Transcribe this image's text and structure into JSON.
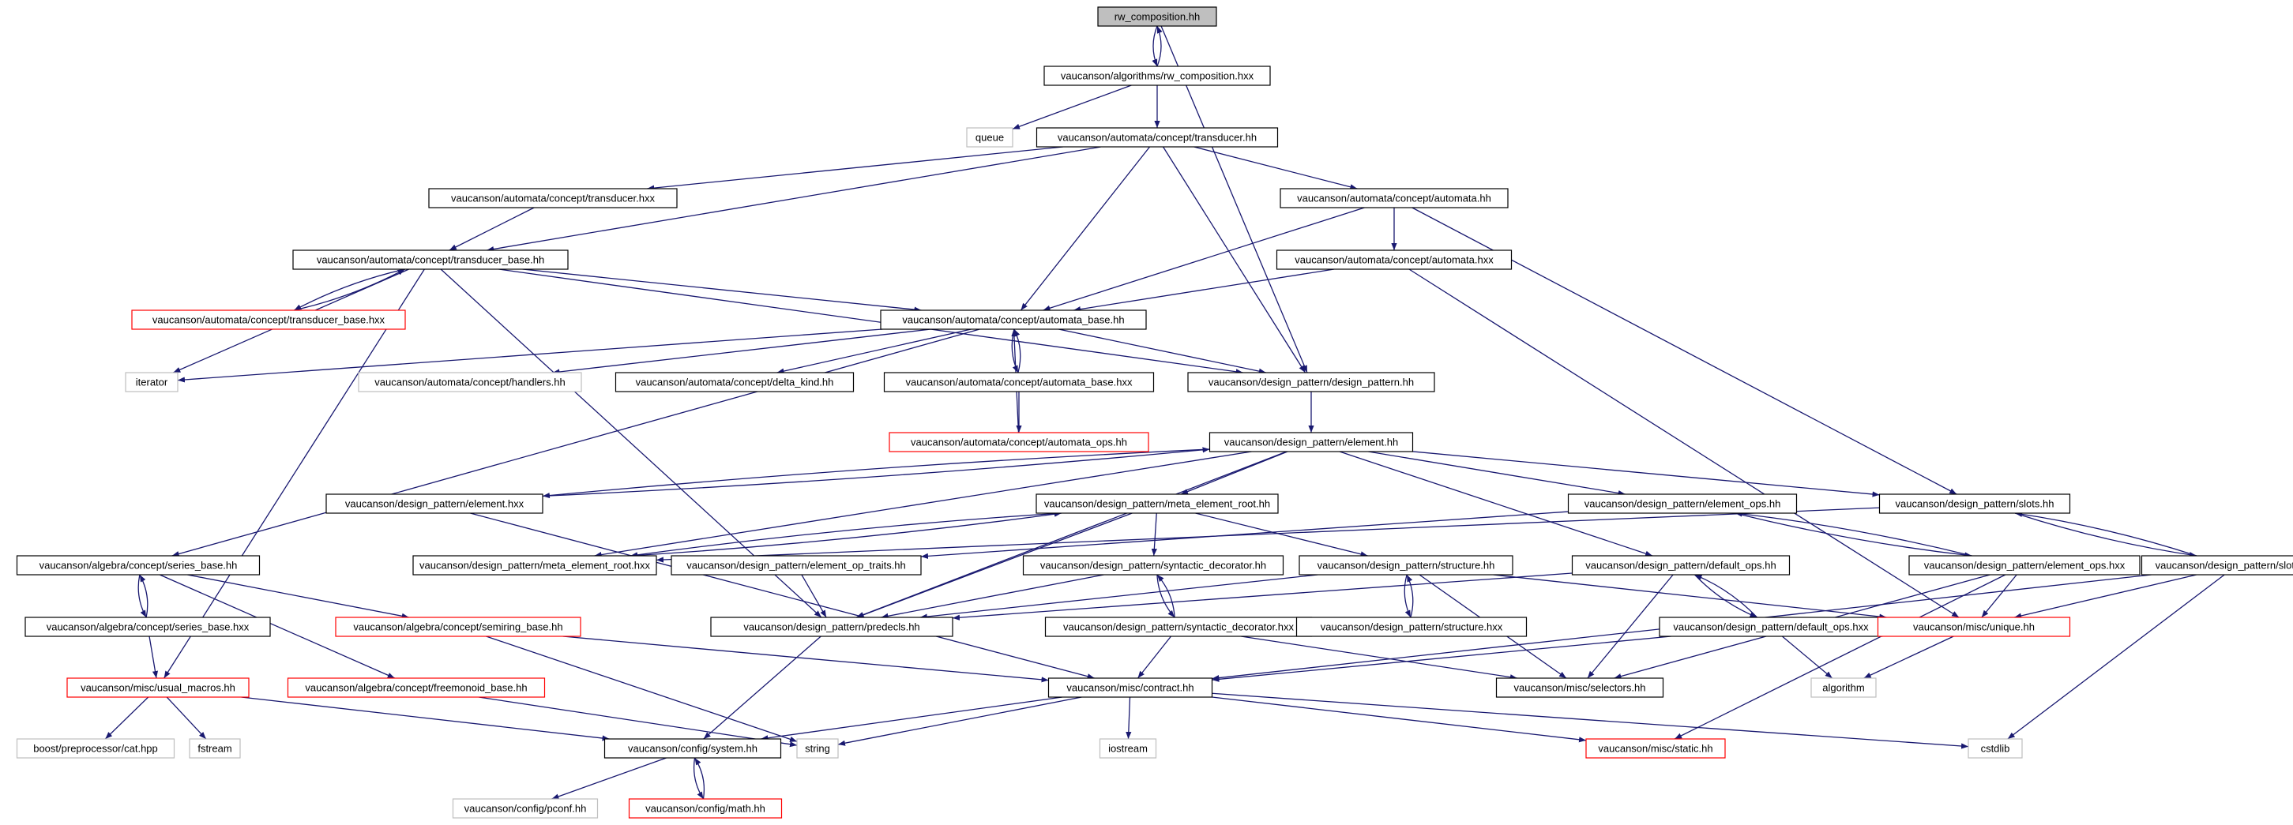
{
  "colors": {
    "edge": "#191970",
    "border_default": "#000000",
    "border_missing": "#ff0000",
    "border_system": "#bfbfbf",
    "root_fill": "#bfbfbf"
  },
  "nodes": [
    {
      "id": "n_rw_hh",
      "label": "rw_composition.hh",
      "kind": "root"
    },
    {
      "id": "n_rw_hxx",
      "label": "vaucanson/algorithms/rw_composition.hxx",
      "kind": "normal"
    },
    {
      "id": "n_queue",
      "label": "queue",
      "kind": "system"
    },
    {
      "id": "n_trans_hh",
      "label": "vaucanson/automata/concept/transducer.hh",
      "kind": "normal"
    },
    {
      "id": "n_trans_hxx",
      "label": "vaucanson/automata/concept/transducer.hxx",
      "kind": "normal"
    },
    {
      "id": "n_auto_hh",
      "label": "vaucanson/automata/concept/automata.hh",
      "kind": "normal"
    },
    {
      "id": "n_tb_hh",
      "label": "vaucanson/automata/concept/transducer_base.hh",
      "kind": "normal"
    },
    {
      "id": "n_auto_hxx",
      "label": "vaucanson/automata/concept/automata.hxx",
      "kind": "normal"
    },
    {
      "id": "n_tb_hxx",
      "label": "vaucanson/automata/concept/transducer_base.hxx",
      "kind": "missing"
    },
    {
      "id": "n_ab_hh",
      "label": "vaucanson/automata/concept/automata_base.hh",
      "kind": "normal"
    },
    {
      "id": "n_iterator",
      "label": "iterator",
      "kind": "system"
    },
    {
      "id": "n_handlers",
      "label": "vaucanson/automata/concept/handlers.hh",
      "kind": "system"
    },
    {
      "id": "n_delta",
      "label": "vaucanson/automata/concept/delta_kind.hh",
      "kind": "normal"
    },
    {
      "id": "n_ab_hxx",
      "label": "vaucanson/automata/concept/automata_base.hxx",
      "kind": "normal"
    },
    {
      "id": "n_dp_hh",
      "label": "vaucanson/design_pattern/design_pattern.hh",
      "kind": "normal"
    },
    {
      "id": "n_aops",
      "label": "vaucanson/automata/concept/automata_ops.hh",
      "kind": "missing"
    },
    {
      "id": "n_el_hh",
      "label": "vaucanson/design_pattern/element.hh",
      "kind": "normal"
    },
    {
      "id": "n_el_hxx",
      "label": "vaucanson/design_pattern/element.hxx",
      "kind": "normal"
    },
    {
      "id": "n_mer_hh",
      "label": "vaucanson/design_pattern/meta_element_root.hh",
      "kind": "normal"
    },
    {
      "id": "n_eops_hh",
      "label": "vaucanson/design_pattern/element_ops.hh",
      "kind": "normal"
    },
    {
      "id": "n_slots_hh",
      "label": "vaucanson/design_pattern/slots.hh",
      "kind": "normal"
    },
    {
      "id": "n_sb_hh",
      "label": "vaucanson/algebra/concept/series_base.hh",
      "kind": "normal"
    },
    {
      "id": "n_mer_hxx",
      "label": "vaucanson/design_pattern/meta_element_root.hxx",
      "kind": "normal"
    },
    {
      "id": "n_eot_hh",
      "label": "vaucanson/design_pattern/element_op_traits.hh",
      "kind": "normal"
    },
    {
      "id": "n_sd_hh",
      "label": "vaucanson/design_pattern/syntactic_decorator.hh",
      "kind": "normal"
    },
    {
      "id": "n_st_hh",
      "label": "vaucanson/design_pattern/structure.hh",
      "kind": "normal"
    },
    {
      "id": "n_dops_hh",
      "label": "vaucanson/design_pattern/default_ops.hh",
      "kind": "normal"
    },
    {
      "id": "n_eops_hxx",
      "label": "vaucanson/design_pattern/element_ops.hxx",
      "kind": "normal"
    },
    {
      "id": "n_slots_hxx",
      "label": "vaucanson/design_pattern/slots.hxx",
      "kind": "normal"
    },
    {
      "id": "n_sb_hxx",
      "label": "vaucanson/algebra/concept/series_base.hxx",
      "kind": "normal"
    },
    {
      "id": "n_semi",
      "label": "vaucanson/algebra/concept/semiring_base.hh",
      "kind": "missing"
    },
    {
      "id": "n_predecls",
      "label": "vaucanson/design_pattern/predecls.hh",
      "kind": "normal"
    },
    {
      "id": "n_sd_hxx",
      "label": "vaucanson/design_pattern/syntactic_decorator.hxx",
      "kind": "normal"
    },
    {
      "id": "n_st_hxx",
      "label": "vaucanson/design_pattern/structure.hxx",
      "kind": "normal"
    },
    {
      "id": "n_dops_hxx",
      "label": "vaucanson/design_pattern/default_ops.hxx",
      "kind": "normal"
    },
    {
      "id": "n_unique",
      "label": "vaucanson/misc/unique.hh",
      "kind": "missing"
    },
    {
      "id": "n_usual",
      "label": "vaucanson/misc/usual_macros.hh",
      "kind": "missing"
    },
    {
      "id": "n_freemon",
      "label": "vaucanson/algebra/concept/freemonoid_base.hh",
      "kind": "missing"
    },
    {
      "id": "n_contract",
      "label": "vaucanson/misc/contract.hh",
      "kind": "normal"
    },
    {
      "id": "n_selectors",
      "label": "vaucanson/misc/selectors.hh",
      "kind": "normal"
    },
    {
      "id": "n_algorithm",
      "label": "algorithm",
      "kind": "system"
    },
    {
      "id": "n_boost",
      "label": "boost/preprocessor/cat.hpp",
      "kind": "system"
    },
    {
      "id": "n_fstream",
      "label": "fstream",
      "kind": "system"
    },
    {
      "id": "n_string",
      "label": "string",
      "kind": "system"
    },
    {
      "id": "n_system",
      "label": "vaucanson/config/system.hh",
      "kind": "normal"
    },
    {
      "id": "n_iostream",
      "label": "iostream",
      "kind": "system"
    },
    {
      "id": "n_static",
      "label": "vaucanson/misc/static.hh",
      "kind": "missing"
    },
    {
      "id": "n_cstdlib",
      "label": "cstdlib",
      "kind": "system"
    },
    {
      "id": "n_pconf",
      "label": "vaucanson/config/pconf.hh",
      "kind": "system"
    },
    {
      "id": "n_math",
      "label": "vaucanson/config/math.hh",
      "kind": "missing"
    }
  ],
  "edges": [
    [
      "n_rw_hh",
      "n_rw_hxx"
    ],
    [
      "n_rw_hxx",
      "n_rw_hh"
    ],
    [
      "n_rw_hh",
      "n_dp_hh"
    ],
    [
      "n_rw_hxx",
      "n_queue"
    ],
    [
      "n_rw_hxx",
      "n_trans_hh"
    ],
    [
      "n_trans_hh",
      "n_trans_hxx"
    ],
    [
      "n_trans_hh",
      "n_tb_hh"
    ],
    [
      "n_trans_hh",
      "n_auto_hh"
    ],
    [
      "n_trans_hh",
      "n_ab_hh"
    ],
    [
      "n_trans_hh",
      "n_dp_hh"
    ],
    [
      "n_trans_hxx",
      "n_tb_hh"
    ],
    [
      "n_auto_hh",
      "n_auto_hxx"
    ],
    [
      "n_auto_hh",
      "n_ab_hh"
    ],
    [
      "n_auto_hh",
      "n_slots_hh"
    ],
    [
      "n_auto_hxx",
      "n_ab_hh"
    ],
    [
      "n_auto_hxx",
      "n_unique"
    ],
    [
      "n_tb_hh",
      "n_tb_hxx"
    ],
    [
      "n_tb_hxx",
      "n_tb_hh"
    ],
    [
      "n_tb_hh",
      "n_iterator"
    ],
    [
      "n_tb_hh",
      "n_ab_hh"
    ],
    [
      "n_tb_hh",
      "n_dp_hh"
    ],
    [
      "n_tb_hh",
      "n_usual"
    ],
    [
      "n_tb_hh",
      "n_predecls"
    ],
    [
      "n_ab_hh",
      "n_iterator"
    ],
    [
      "n_ab_hh",
      "n_handlers"
    ],
    [
      "n_ab_hh",
      "n_delta"
    ],
    [
      "n_ab_hh",
      "n_ab_hxx"
    ],
    [
      "n_ab_hxx",
      "n_ab_hh"
    ],
    [
      "n_ab_hh",
      "n_dp_hh"
    ],
    [
      "n_ab_hh",
      "n_sb_hh"
    ],
    [
      "n_ab_hxx",
      "n_aops"
    ],
    [
      "n_aops",
      "n_ab_hh"
    ],
    [
      "n_dp_hh",
      "n_el_hh"
    ],
    [
      "n_el_hh",
      "n_el_hxx"
    ],
    [
      "n_el_hxx",
      "n_el_hh"
    ],
    [
      "n_el_hh",
      "n_mer_hh"
    ],
    [
      "n_el_hh",
      "n_eops_hh"
    ],
    [
      "n_el_hh",
      "n_slots_hh"
    ],
    [
      "n_el_hh",
      "n_dops_hh"
    ],
    [
      "n_el_hh",
      "n_mer_hxx"
    ],
    [
      "n_el_hh",
      "n_predecls"
    ],
    [
      "n_el_hxx",
      "n_contract"
    ],
    [
      "n_mer_hh",
      "n_mer_hxx"
    ],
    [
      "n_mer_hxx",
      "n_mer_hh"
    ],
    [
      "n_mer_hh",
      "n_sd_hh"
    ],
    [
      "n_mer_hh",
      "n_st_hh"
    ],
    [
      "n_mer_hh",
      "n_predecls"
    ],
    [
      "n_eops_hh",
      "n_eops_hxx"
    ],
    [
      "n_eops_hxx",
      "n_eops_hh"
    ],
    [
      "n_eops_hh",
      "n_eot_hh"
    ],
    [
      "n_eops_hxx",
      "n_unique"
    ],
    [
      "n_eops_hxx",
      "n_selectors"
    ],
    [
      "n_eops_hxx",
      "n_static"
    ],
    [
      "n_slots_hh",
      "n_slots_hxx"
    ],
    [
      "n_slots_hxx",
      "n_slots_hh"
    ],
    [
      "n_slots_hh",
      "n_mer_hxx"
    ],
    [
      "n_slots_hxx",
      "n_unique"
    ],
    [
      "n_slots_hxx",
      "n_contract"
    ],
    [
      "n_slots_hxx",
      "n_cstdlib"
    ],
    [
      "n_sb_hh",
      "n_sb_hxx"
    ],
    [
      "n_sb_hxx",
      "n_sb_hh"
    ],
    [
      "n_sb_hh",
      "n_semi"
    ],
    [
      "n_sb_hh",
      "n_freemon"
    ],
    [
      "n_sb_hxx",
      "n_usual"
    ],
    [
      "n_eot_hh",
      "n_predecls"
    ],
    [
      "n_sd_hh",
      "n_sd_hxx"
    ],
    [
      "n_sd_hxx",
      "n_sd_hh"
    ],
    [
      "n_sd_hh",
      "n_predecls"
    ],
    [
      "n_st_hh",
      "n_st_hxx"
    ],
    [
      "n_st_hxx",
      "n_st_hh"
    ],
    [
      "n_st_hh",
      "n_predecls"
    ],
    [
      "n_st_hh",
      "n_unique"
    ],
    [
      "n_st_hh",
      "n_selectors"
    ],
    [
      "n_dops_hh",
      "n_dops_hxx"
    ],
    [
      "n_dops_hxx",
      "n_dops_hh"
    ],
    [
      "n_dops_hh",
      "n_predecls"
    ],
    [
      "n_dops_hh",
      "n_selectors"
    ],
    [
      "n_dops_hxx",
      "n_contract"
    ],
    [
      "n_dops_hxx",
      "n_algorithm"
    ],
    [
      "n_sd_hxx",
      "n_contract"
    ],
    [
      "n_sd_hxx",
      "n_selectors"
    ],
    [
      "n_semi",
      "n_contract"
    ],
    [
      "n_semi",
      "n_string"
    ],
    [
      "n_freemon",
      "n_string"
    ],
    [
      "n_predecls",
      "n_system"
    ],
    [
      "n_unique",
      "n_algorithm"
    ],
    [
      "n_usual",
      "n_boost"
    ],
    [
      "n_usual",
      "n_fstream"
    ],
    [
      "n_usual",
      "n_system"
    ],
    [
      "n_contract",
      "n_system"
    ],
    [
      "n_contract",
      "n_string"
    ],
    [
      "n_contract",
      "n_iostream"
    ],
    [
      "n_contract",
      "n_static"
    ],
    [
      "n_contract",
      "n_cstdlib"
    ],
    [
      "n_system",
      "n_pconf"
    ],
    [
      "n_system",
      "n_math"
    ],
    [
      "n_math",
      "n_system"
    ]
  ]
}
